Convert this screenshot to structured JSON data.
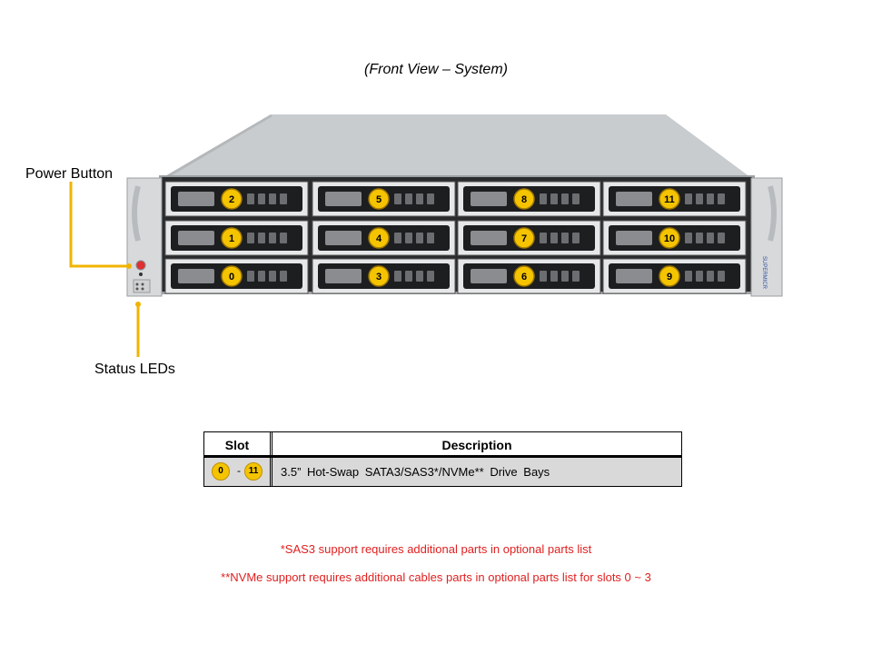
{
  "title": "(Front View – System)",
  "labels": {
    "power_button": "Power Button",
    "status_leds": "Status LEDs"
  },
  "brand": "SUPERMICR",
  "colors": {
    "badge": "#f5c400",
    "callout": "#f0b400",
    "note": "#e02020"
  },
  "drive_bays": [
    {
      "slot": "2"
    },
    {
      "slot": "5"
    },
    {
      "slot": "8"
    },
    {
      "slot": "11"
    },
    {
      "slot": "1"
    },
    {
      "slot": "4"
    },
    {
      "slot": "7"
    },
    {
      "slot": "10"
    },
    {
      "slot": "0"
    },
    {
      "slot": "3"
    },
    {
      "slot": "6"
    },
    {
      "slot": "9"
    }
  ],
  "table": {
    "headers": {
      "slot": "Slot",
      "description": "Description"
    },
    "row": {
      "slot_from": "0",
      "slot_sep": "-",
      "slot_to": "11",
      "description": "3.5” Hot-Swap SATA3/SAS3*/NVMe** Drive Bays"
    }
  },
  "notes": [
    "*SAS3 support requires additional parts in optional parts list",
    "**NVMe support requires additional cables parts in optional parts list for slots 0 ~ 3"
  ]
}
